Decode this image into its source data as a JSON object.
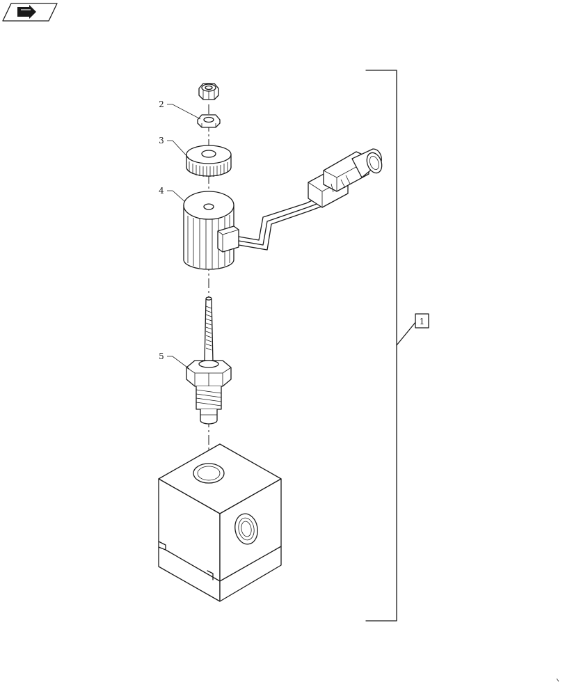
{
  "diagram": {
    "callouts": [
      {
        "id": "c2",
        "label": "2"
      },
      {
        "id": "c3",
        "label": "3"
      },
      {
        "id": "c4",
        "label": "4"
      },
      {
        "id": "c5",
        "label": "5"
      }
    ],
    "assembly_box_label": "1",
    "nav_icon": "arrow-button-icon"
  }
}
